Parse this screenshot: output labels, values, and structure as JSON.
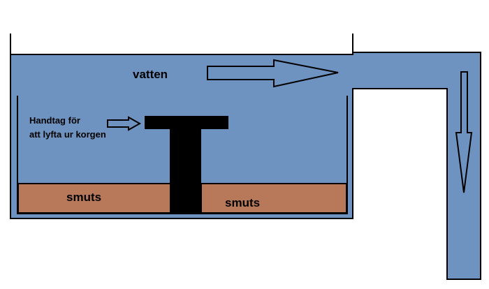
{
  "labels": {
    "water": "vatten",
    "handle_line1": "Handtag för",
    "handle_line2": "att lyfta ur korgen",
    "dirt_left": "smuts",
    "dirt_right": "smuts"
  },
  "colors": {
    "water": "#6e93c0",
    "dirt": "#b8795a",
    "outline": "#000000",
    "handle": "#000000",
    "background": "#ffffff"
  }
}
